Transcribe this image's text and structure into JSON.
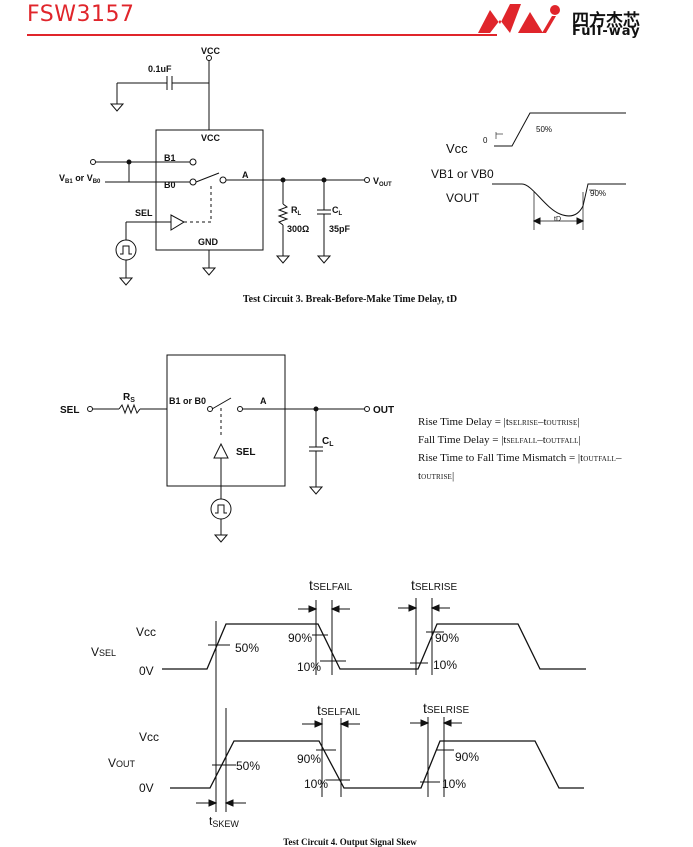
{
  "header": {
    "part_number": "FSW3157",
    "logo_cn": "四方杰芯",
    "logo_en": "Full-way"
  },
  "circuit3": {
    "vcc": "VCC",
    "cap_value": "0.1uF",
    "chip_vcc": "VCC",
    "b1": "B1",
    "b0": "B0",
    "a": "A",
    "sel": "SEL",
    "gnd": "GND",
    "input_label_v": "V",
    "input_label_b1": "B1",
    "input_label_or": " or V",
    "input_label_b0": "B0",
    "vout_v": "V",
    "vout_sub": "OUT",
    "rl_r": "R",
    "rl_sub": "L",
    "rl_value": "300Ω",
    "cl_c": "C",
    "cl_sub": "L",
    "cl_value": "35pF",
    "caption": "Test Circuit 3.    Break-Before-Make Time Delay, tD"
  },
  "waveform3": {
    "vcc": "Vcc",
    "zero": "0",
    "pct50": "50%",
    "vb": "VB1 or VB0",
    "vout": "VOUT",
    "pct90": "90%",
    "td": "tD"
  },
  "circuit4": {
    "sel_in": "SEL",
    "rs_r": "R",
    "rs_sub": "S",
    "b1b0": "B1 or B0",
    "a": "A",
    "out": "OUT",
    "sel": "SEL",
    "cl_c": "C",
    "cl_sub": "L",
    "formula1_a": "Rise Time Delay = |t",
    "formula1_b": "SELRISE",
    "formula1_c": "–t",
    "formula1_d": "OUTRISE",
    "formula1_e": "|",
    "formula2_a": "Fall Time Delay = |t",
    "formula2_b": "SELFALL",
    "formula2_c": "–t",
    "formula2_d": "OUTFALL",
    "formula2_e": "|",
    "formula3_a": "Rise Time to Fall Time Mismatch = |t",
    "formula3_b": "OUTFALL",
    "formula3_c": "–",
    "formula4_a": "t",
    "formula4_b": "OUTRISE",
    "formula4_c": "|"
  },
  "waveform4": {
    "t_selfail_top": "t",
    "t_selfail_top_sub": "SELFAIL",
    "t_selrise_top": "t",
    "t_selrise_top_sub": "SELRISE",
    "vcc1": "Vcc",
    "vsel": "V",
    "vsel_sub": "SEL",
    "zero1": "0V",
    "p50a": "50%",
    "p90a": "90%",
    "p10a": "10%",
    "p90b": "90%",
    "p10b": "10%",
    "t_selfail_bot": "t",
    "t_selfail_bot_sub": "SELFAIL",
    "t_selrise_bot": "t",
    "t_selrise_bot_sub": "SELRISE",
    "vcc2": "Vcc",
    "vout": "V",
    "vout_sub": "OUT",
    "zero2": "0V",
    "p50b": "50%",
    "p90c": "90%",
    "p10c": "10%",
    "p90d": "90%",
    "p10d": "10%",
    "tskew": "t",
    "tskew_sub": "SKEW",
    "caption": "Test Circuit 4. Output Signal Skew"
  }
}
